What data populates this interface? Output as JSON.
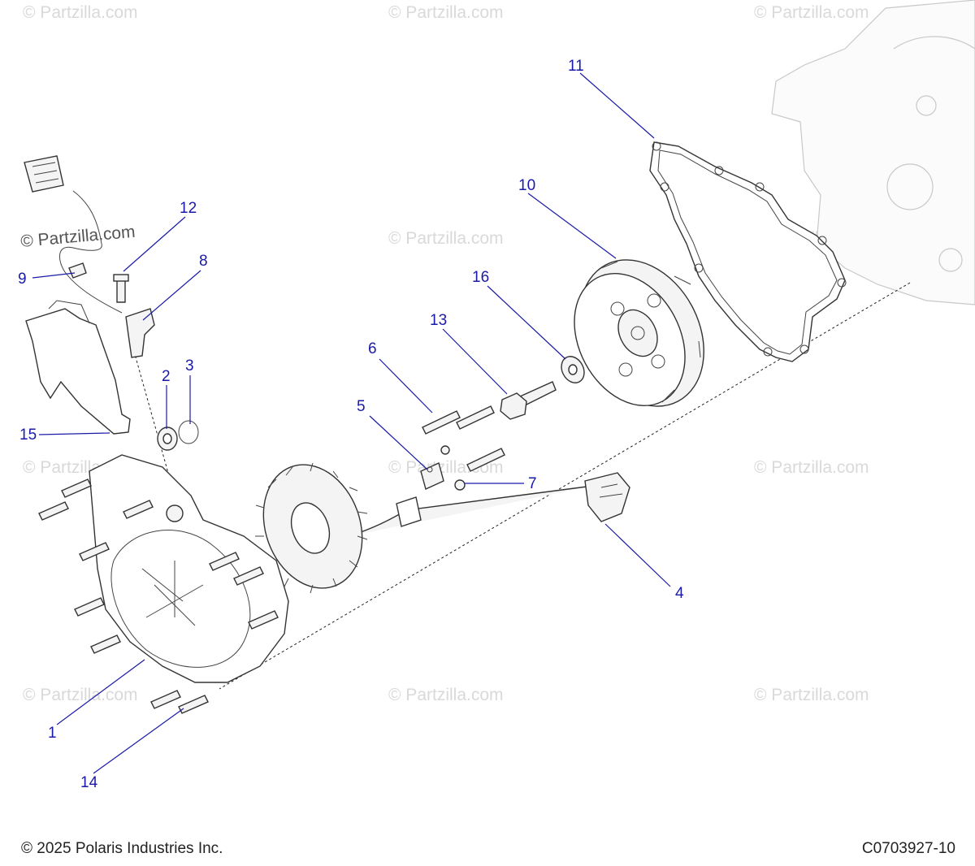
{
  "watermark": "© Partzilla.com",
  "footer": {
    "copyright": "© 2025 Polaris Industries Inc.",
    "diagram_id": "C0703927-10"
  },
  "callouts": {
    "c1": "1",
    "c2": "2",
    "c3": "3",
    "c4": "4",
    "c5": "5",
    "c6": "6",
    "c7": "7",
    "c8": "8",
    "c9": "9",
    "c10": "10",
    "c11": "11",
    "c12": "12",
    "c13": "13",
    "c14": "14",
    "c15": "15",
    "c16": "16"
  },
  "colors": {
    "callout": "#1a1aa8",
    "watermark": "#d9d9d9",
    "line_art": "#333333"
  }
}
